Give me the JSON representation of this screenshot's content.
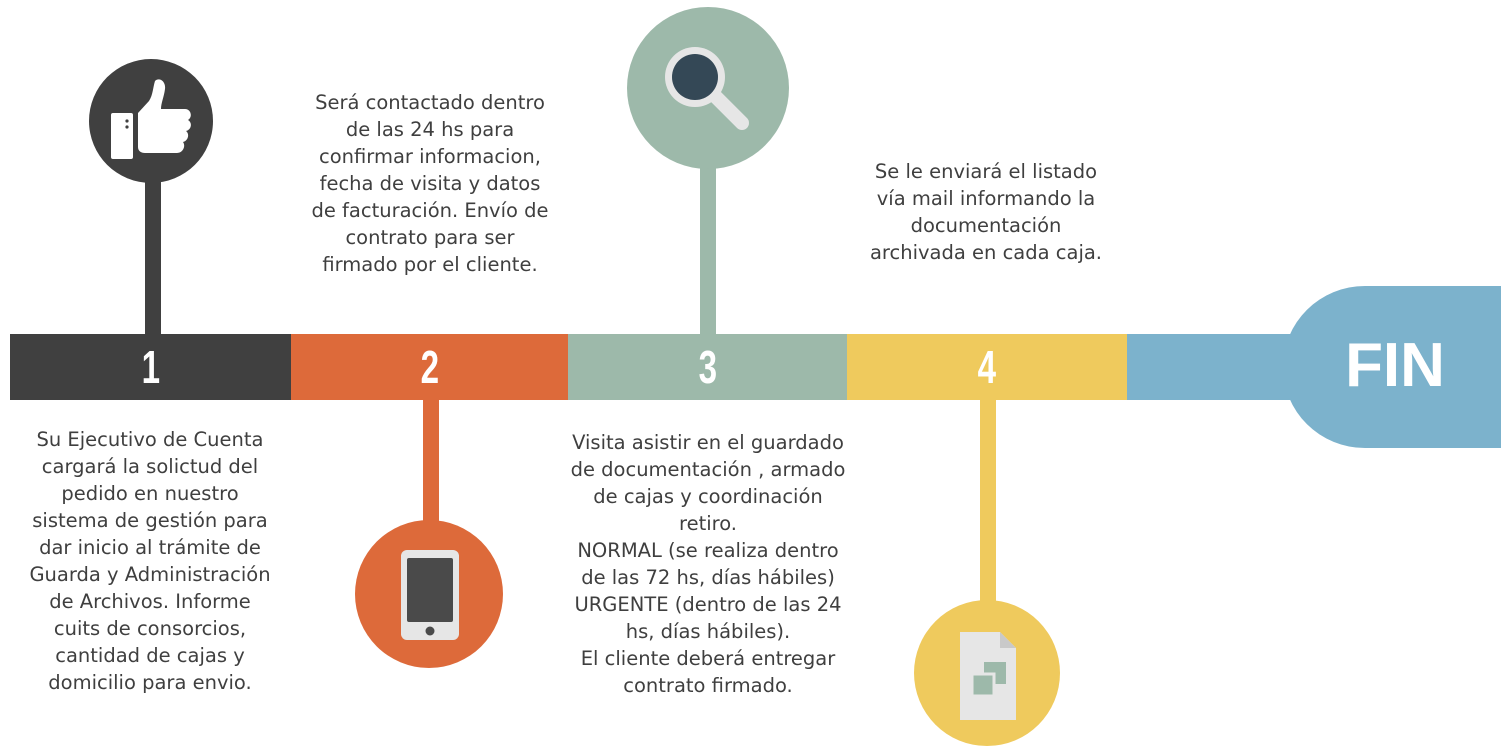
{
  "steps": [
    {
      "number": "1",
      "color": "#404040",
      "icon": "thumbs-up-icon",
      "text": "Su Ejecutivo de Cuenta\ncargará la solictud del\npedido en nuestro\nsistema de gestión para\ndar inicio al trámite de\nGuarda y Administración\nde Archivos. Informe\ncuits de consorcios,\ncantidad de cajas y\ndomicilio para envio."
    },
    {
      "number": "2",
      "color": "#dd6a3a",
      "icon": "smartphone-icon",
      "text": "Será contactado dentro\nde las 24 hs para\nconfirmar informacion,\nfecha de visita y datos\nde facturación. Envío de\ncontrato para ser\nfirmado por el cliente."
    },
    {
      "number": "3",
      "color": "#9db9aa",
      "icon": "magnifier-icon",
      "text": "Visita asistir en el guardado\nde documentación , armado\nde cajas y coordinación\nretiro.\nNORMAL (se realiza dentro\nde las 72 hs, días hábiles)\nURGENTE (dentro de las 24\nhs, días hábiles).\nEl cliente deberá entregar\ncontrato firmado."
    },
    {
      "number": "4",
      "color": "#efca5d",
      "icon": "document-icon",
      "text": "Se le enviará el listado\nvía mail informando la\ndocumentación\narchivada en cada caja."
    }
  ],
  "end": {
    "label": "FIN",
    "color": "#7cb2cc"
  }
}
